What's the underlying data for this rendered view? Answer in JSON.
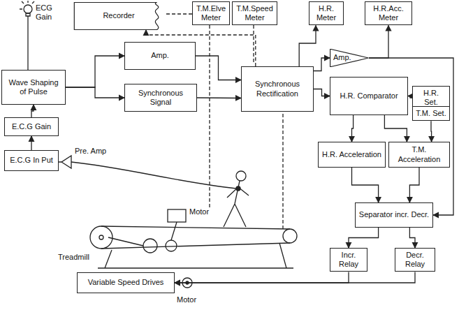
{
  "diagram": {
    "nodes": [
      {
        "text": [
          "Recorder"
        ]
      },
      {
        "text": [
          "T.M.Elve Meter"
        ]
      },
      {
        "text": [
          "T.M.Speed Meter"
        ]
      },
      {
        "text": [
          "H.R. Meter"
        ]
      },
      {
        "text": [
          "H.R.Acc. Meter"
        ]
      },
      {
        "text": [
          "Wave Shaping of Pulse"
        ]
      },
      {
        "text": [
          "Amp."
        ]
      },
      {
        "text": [
          "Synchronous Signal"
        ]
      },
      {
        "text": [
          "E.C.G Gain"
        ]
      },
      {
        "text": [
          "E.C.G In Put"
        ]
      },
      {
        "text": [
          "Synchronous Rectification"
        ]
      },
      {
        "text": [
          "Amp."
        ]
      },
      {
        "text": [
          "H.R. Comparator"
        ]
      },
      {
        "text": [
          "H.R. Set."
        ]
      },
      {
        "text": [
          "T.M. Set."
        ]
      },
      {
        "text": [
          "H.R. Acceleration"
        ]
      },
      {
        "text": [
          "T.M. Acceleration"
        ]
      },
      {
        "text": [
          "Separator incr. Decr."
        ]
      },
      {
        "text": [
          "Incr. Relay"
        ]
      },
      {
        "text": [
          "Decr. Relay"
        ]
      },
      {
        "text": [
          "Variable Speed Drives"
        ]
      }
    ],
    "edges": [
      {
        "from": 5,
        "to": 6,
        "arrow": "to"
      },
      {
        "from": 5,
        "to": 7,
        "arrow": "to"
      },
      {
        "from": 6,
        "to": 10,
        "arrow": "to"
      },
      {
        "from": 7,
        "to": 10,
        "arrow": "to"
      },
      {
        "from": 8,
        "to": 5,
        "arrow": "to"
      },
      {
        "from": 9,
        "to": 8,
        "arrow": "to"
      },
      {
        "from": 10,
        "to": 12,
        "arrow": "to"
      },
      {
        "from": 10,
        "to": 0,
        "arrow": "to"
      },
      {
        "from": 10,
        "to": 3,
        "arrow": "to"
      },
      {
        "from": 10,
        "to": 11,
        "arrow": "to"
      },
      {
        "from": 11,
        "to": 4,
        "arrow": "to"
      },
      {
        "from": 11,
        "to": 17,
        "arrow": "to"
      },
      {
        "from": 12,
        "to": 15,
        "arrow": "to"
      },
      {
        "from": 12,
        "to": 16,
        "arrow": "to"
      },
      {
        "from": 13,
        "to": 12,
        "arrow": "to"
      },
      {
        "from": 14,
        "to": 16,
        "arrow": "to"
      },
      {
        "from": 15,
        "to": 17,
        "arrow": "to"
      },
      {
        "from": 16,
        "to": 17,
        "arrow": "to"
      },
      {
        "from": 17,
        "to": 18,
        "arrow": "to"
      },
      {
        "from": 17,
        "to": 19,
        "arrow": "to"
      },
      {
        "from": 19,
        "to": 20,
        "arrow": "to"
      },
      {
        "from": 18,
        "to": 20,
        "arrow": "to"
      }
    ],
    "labels": [
      "ECG Gain",
      "Pre. Amp",
      "Treadmill",
      "Motor",
      "Motor"
    ]
  }
}
